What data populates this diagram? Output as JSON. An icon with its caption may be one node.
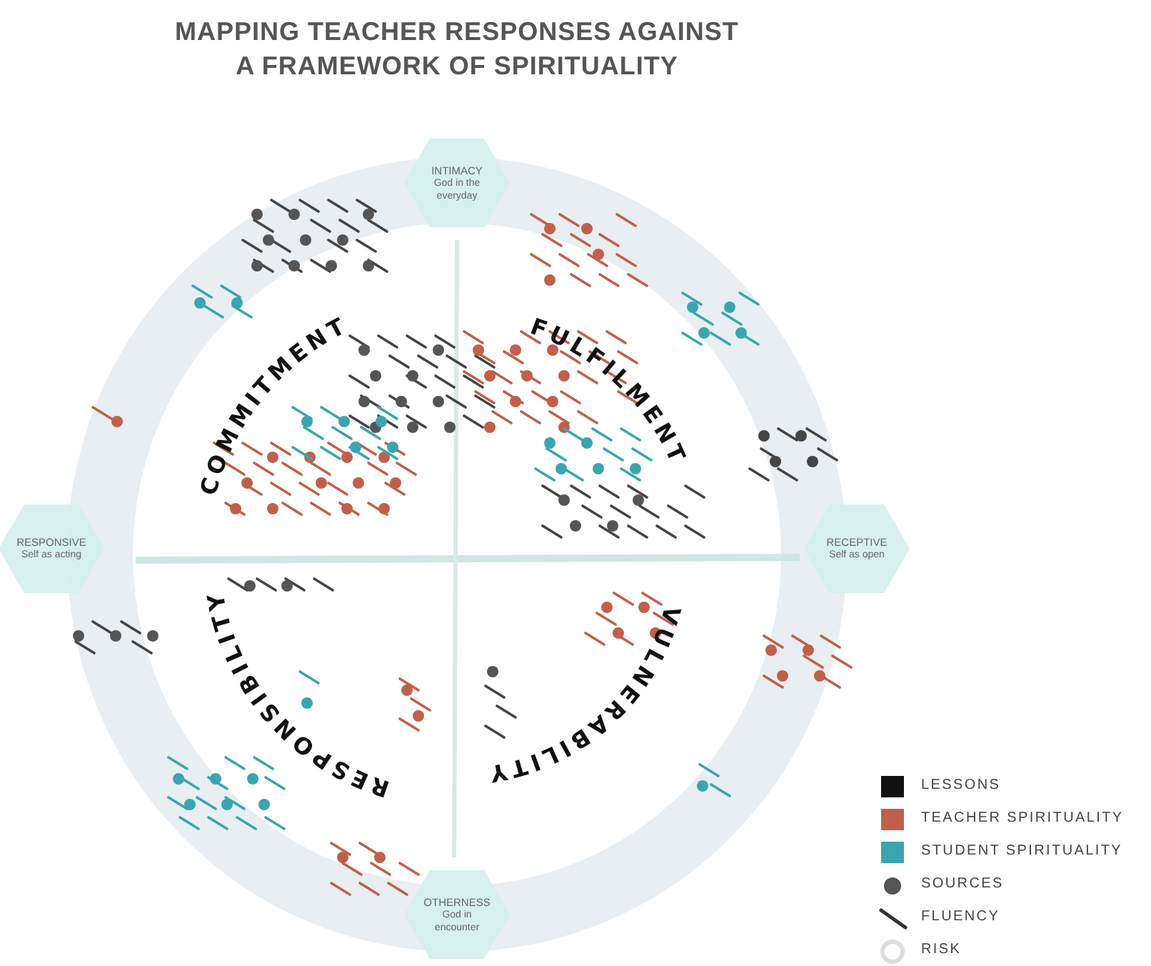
{
  "diagram": {
    "title": "MAPPING TEACHER RESPONSES AGAINST A FRAMEWORK OF SPIRITUALITY",
    "nodes": [
      {
        "text": [
          "INTIMACY",
          "God in the everyday"
        ]
      },
      {
        "text": [
          "RESPONSIVE",
          "Self as acting"
        ]
      },
      {
        "text": [
          "RECEPTIVE",
          "Self as open"
        ]
      },
      {
        "text": [
          "OTHERNESS",
          "God in encounter"
        ]
      }
    ],
    "labels": [
      "COMMITMENT",
      "FULFILMENT",
      "RESPONSIBILITY",
      "VULNERABILITY"
    ],
    "legend": [
      {
        "text": "LESSONS",
        "color": "#111111"
      },
      {
        "text": "TEACHER SPIRITUALITY",
        "color": "#c0604a"
      },
      {
        "text": "STUDENT SPIRITUALITY",
        "color": "#3aa5b0"
      },
      {
        "text": "SOURCES"
      },
      {
        "text": "FLUENCY"
      },
      {
        "text": "RISK"
      }
    ]
  }
}
